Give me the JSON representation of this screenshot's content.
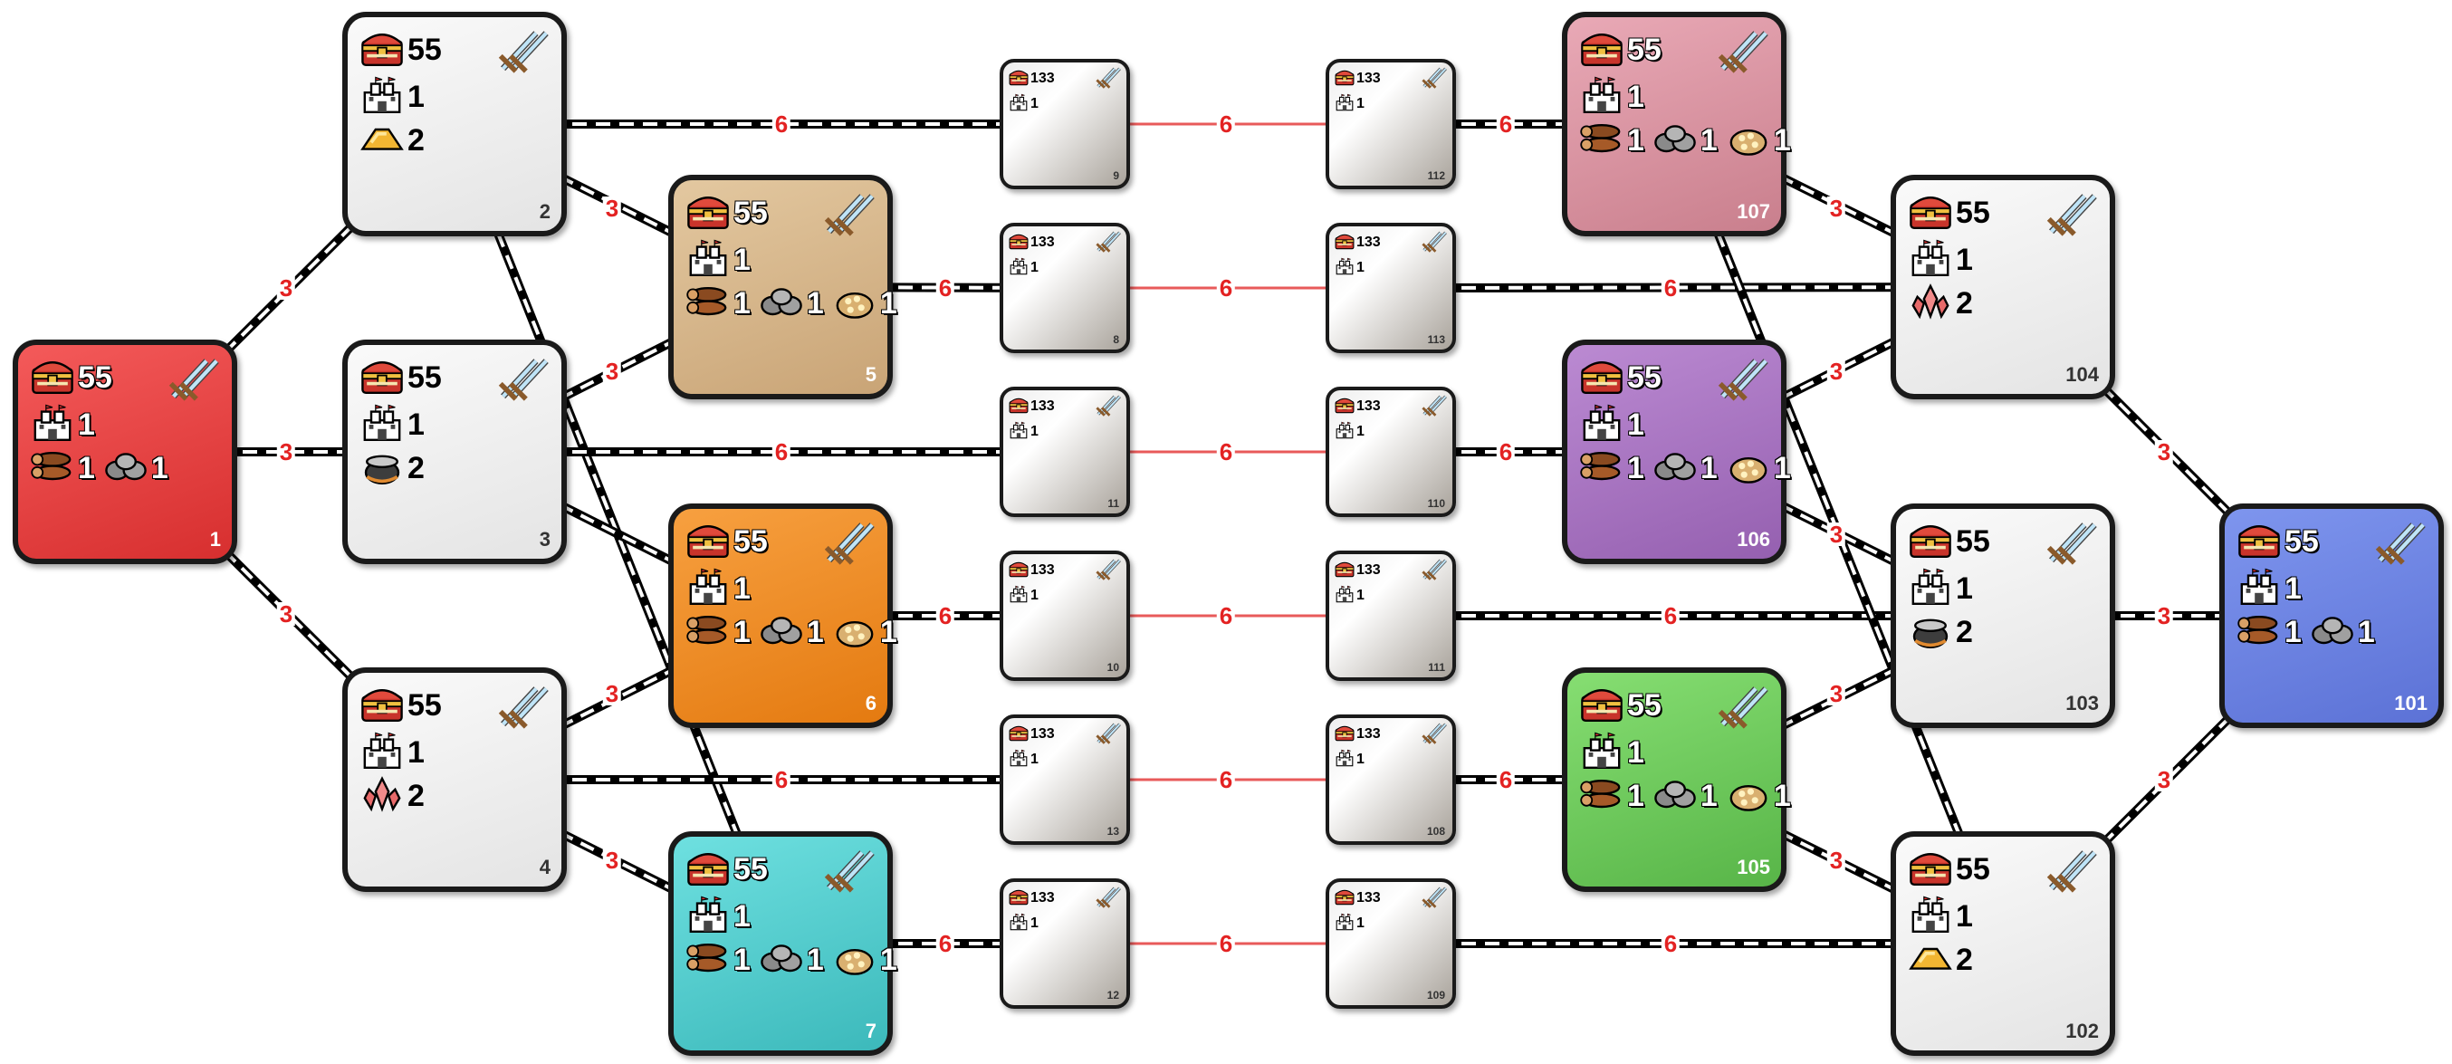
{
  "colors": {
    "gray": [
      "#fafafa",
      "#e4e4e4"
    ],
    "red": [
      "#f45a5a",
      "#d72f2f"
    ],
    "tan": [
      "#e3c8a0",
      "#c9a476"
    ],
    "orange": [
      "#f7a040",
      "#e47a10"
    ],
    "teal": [
      "#6ee0e0",
      "#3cb9bb"
    ],
    "pink": [
      "#e9a9b6",
      "#c97f8d"
    ],
    "purple": [
      "#bb8ad2",
      "#9560b0"
    ],
    "green": [
      "#86de72",
      "#58b548"
    ],
    "blue": [
      "#7e95ee",
      "#5c72d6"
    ],
    "silver": [
      "#eeeeee",
      "#a9a39b"
    ],
    "edge_red": "#e85a5a",
    "label_red": "#e32222"
  },
  "nodes": [
    {
      "id": "1",
      "label": "1",
      "size": "big",
      "color": "red",
      "gold": "55",
      "castle": "1",
      "res": [
        {
          "icon": "wood",
          "n": "1"
        },
        {
          "icon": "ore",
          "n": "1"
        }
      ]
    },
    {
      "id": "2",
      "label": "2",
      "size": "big",
      "color": "gray",
      "gold": "55",
      "castle": "1",
      "res": [
        {
          "icon": "sulfur",
          "n": "2"
        }
      ]
    },
    {
      "id": "3",
      "label": "3",
      "size": "big",
      "color": "gray",
      "gold": "55",
      "castle": "1",
      "res": [
        {
          "icon": "mercury",
          "n": "2"
        }
      ]
    },
    {
      "id": "4",
      "label": "4",
      "size": "big",
      "color": "gray",
      "gold": "55",
      "castle": "1",
      "res": [
        {
          "icon": "crystal",
          "n": "2"
        }
      ]
    },
    {
      "id": "5",
      "label": "5",
      "size": "big",
      "color": "tan",
      "gold": "55",
      "castle": "1",
      "res": [
        {
          "icon": "wood",
          "n": "1"
        },
        {
          "icon": "ore",
          "n": "1"
        },
        {
          "icon": "gems",
          "n": "1"
        }
      ]
    },
    {
      "id": "6",
      "label": "6",
      "size": "big",
      "color": "orange",
      "gold": "55",
      "castle": "1",
      "res": [
        {
          "icon": "wood",
          "n": "1"
        },
        {
          "icon": "ore",
          "n": "1"
        },
        {
          "icon": "gems",
          "n": "1"
        }
      ]
    },
    {
      "id": "7",
      "label": "7",
      "size": "big",
      "color": "teal",
      "gold": "55",
      "castle": "1",
      "res": [
        {
          "icon": "wood",
          "n": "1"
        },
        {
          "icon": "ore",
          "n": "1"
        },
        {
          "icon": "gems",
          "n": "1"
        }
      ]
    },
    {
      "id": "9",
      "label": "9",
      "size": "small",
      "color": "silver",
      "gold": "133",
      "castle": "1",
      "res": []
    },
    {
      "id": "8",
      "label": "8",
      "size": "small",
      "color": "silver",
      "gold": "133",
      "castle": "1",
      "res": []
    },
    {
      "id": "11",
      "label": "11",
      "size": "small",
      "color": "silver",
      "gold": "133",
      "castle": "1",
      "res": []
    },
    {
      "id": "10",
      "label": "10",
      "size": "small",
      "color": "silver",
      "gold": "133",
      "castle": "1",
      "res": []
    },
    {
      "id": "13",
      "label": "13",
      "size": "small",
      "color": "silver",
      "gold": "133",
      "castle": "1",
      "res": []
    },
    {
      "id": "12",
      "label": "12",
      "size": "small",
      "color": "silver",
      "gold": "133",
      "castle": "1",
      "res": []
    },
    {
      "id": "112",
      "label": "112",
      "size": "small",
      "color": "silver",
      "gold": "133",
      "castle": "1",
      "res": []
    },
    {
      "id": "113",
      "label": "113",
      "size": "small",
      "color": "silver",
      "gold": "133",
      "castle": "1",
      "res": []
    },
    {
      "id": "110",
      "label": "110",
      "size": "small",
      "color": "silver",
      "gold": "133",
      "castle": "1",
      "res": []
    },
    {
      "id": "111",
      "label": "111",
      "size": "small",
      "color": "silver",
      "gold": "133",
      "castle": "1",
      "res": []
    },
    {
      "id": "108",
      "label": "108",
      "size": "small",
      "color": "silver",
      "gold": "133",
      "castle": "1",
      "res": []
    },
    {
      "id": "109",
      "label": "109",
      "size": "small",
      "color": "silver",
      "gold": "133",
      "castle": "1",
      "res": []
    },
    {
      "id": "107",
      "label": "107",
      "size": "big",
      "color": "pink",
      "gold": "55",
      "castle": "1",
      "res": [
        {
          "icon": "wood",
          "n": "1"
        },
        {
          "icon": "ore",
          "n": "1"
        },
        {
          "icon": "gems",
          "n": "1"
        }
      ]
    },
    {
      "id": "106",
      "label": "106",
      "size": "big",
      "color": "purple",
      "gold": "55",
      "castle": "1",
      "res": [
        {
          "icon": "wood",
          "n": "1"
        },
        {
          "icon": "ore",
          "n": "1"
        },
        {
          "icon": "gems",
          "n": "1"
        }
      ]
    },
    {
      "id": "105",
      "label": "105",
      "size": "big",
      "color": "green",
      "gold": "55",
      "castle": "1",
      "res": [
        {
          "icon": "wood",
          "n": "1"
        },
        {
          "icon": "ore",
          "n": "1"
        },
        {
          "icon": "gems",
          "n": "1"
        }
      ]
    },
    {
      "id": "104",
      "label": "104",
      "size": "big",
      "color": "gray",
      "gold": "55",
      "castle": "1",
      "res": [
        {
          "icon": "crystal",
          "n": "2"
        }
      ]
    },
    {
      "id": "103",
      "label": "103",
      "size": "big",
      "color": "gray",
      "gold": "55",
      "castle": "1",
      "res": [
        {
          "icon": "mercury",
          "n": "2"
        }
      ]
    },
    {
      "id": "102",
      "label": "102",
      "size": "big",
      "color": "gray",
      "gold": "55",
      "castle": "1",
      "res": [
        {
          "icon": "sulfur",
          "n": "2"
        }
      ]
    },
    {
      "id": "101",
      "label": "101",
      "size": "big",
      "color": "blue",
      "gold": "55",
      "castle": "1",
      "res": [
        {
          "icon": "wood",
          "n": "1"
        },
        {
          "icon": "ore",
          "n": "1"
        }
      ]
    }
  ],
  "edges": [
    {
      "from": "1",
      "to": "2",
      "label": "3",
      "style": "road"
    },
    {
      "from": "1",
      "to": "3",
      "label": "3",
      "style": "road"
    },
    {
      "from": "1",
      "to": "4",
      "label": "3",
      "style": "road"
    },
    {
      "from": "2",
      "to": "5",
      "label": "3",
      "style": "road"
    },
    {
      "from": "2",
      "to": "7",
      "label": "",
      "style": "road"
    },
    {
      "from": "3",
      "to": "5",
      "label": "3",
      "style": "road"
    },
    {
      "from": "3",
      "to": "6",
      "label": "",
      "style": "road"
    },
    {
      "from": "4",
      "to": "6",
      "label": "3",
      "style": "road"
    },
    {
      "from": "4",
      "to": "7",
      "label": "3",
      "style": "road"
    },
    {
      "from": "2",
      "to": "9",
      "label": "6",
      "style": "road"
    },
    {
      "from": "5",
      "to": "8",
      "label": "6",
      "style": "road"
    },
    {
      "from": "3",
      "to": "11",
      "label": "6",
      "style": "road"
    },
    {
      "from": "6",
      "to": "10",
      "label": "6",
      "style": "road"
    },
    {
      "from": "4",
      "to": "13",
      "label": "6",
      "style": "road"
    },
    {
      "from": "7",
      "to": "12",
      "label": "6",
      "style": "road"
    },
    {
      "from": "9",
      "to": "112",
      "label": "6",
      "style": "red"
    },
    {
      "from": "8",
      "to": "113",
      "label": "6",
      "style": "red"
    },
    {
      "from": "11",
      "to": "110",
      "label": "6",
      "style": "red"
    },
    {
      "from": "10",
      "to": "111",
      "label": "6",
      "style": "red"
    },
    {
      "from": "13",
      "to": "108",
      "label": "6",
      "style": "red"
    },
    {
      "from": "12",
      "to": "109",
      "label": "6",
      "style": "red"
    },
    {
      "from": "112",
      "to": "107",
      "label": "6",
      "style": "road"
    },
    {
      "from": "113",
      "to": "104",
      "label": "6",
      "style": "road"
    },
    {
      "from": "110",
      "to": "106",
      "label": "6",
      "style": "road"
    },
    {
      "from": "111",
      "to": "103",
      "label": "6",
      "style": "road"
    },
    {
      "from": "108",
      "to": "105",
      "label": "6",
      "style": "road"
    },
    {
      "from": "109",
      "to": "102",
      "label": "6",
      "style": "road"
    },
    {
      "from": "107",
      "to": "104",
      "label": "3",
      "style": "road"
    },
    {
      "from": "107",
      "to": "102",
      "label": "",
      "style": "road"
    },
    {
      "from": "106",
      "to": "104",
      "label": "3",
      "style": "road"
    },
    {
      "from": "106",
      "to": "103",
      "label": "3",
      "style": "road"
    },
    {
      "from": "105",
      "to": "103",
      "label": "3",
      "style": "road"
    },
    {
      "from": "105",
      "to": "102",
      "label": "3",
      "style": "road"
    },
    {
      "from": "104",
      "to": "101",
      "label": "3",
      "style": "road"
    },
    {
      "from": "103",
      "to": "101",
      "label": "3",
      "style": "road"
    },
    {
      "from": "102",
      "to": "101",
      "label": "3",
      "style": "road"
    }
  ]
}
